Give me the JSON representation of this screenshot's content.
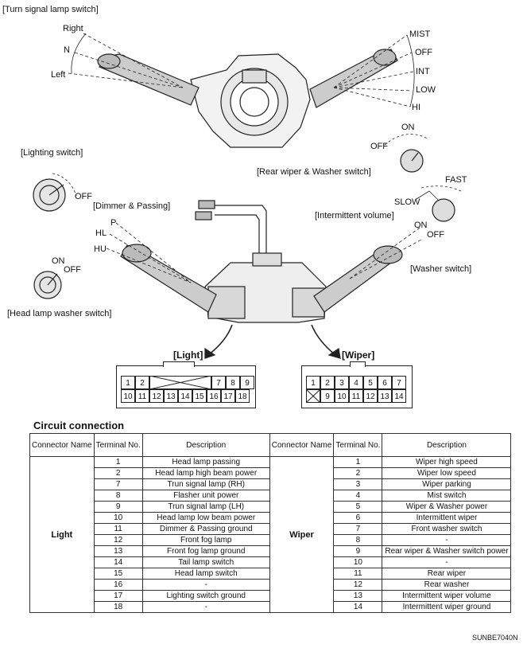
{
  "labels": {
    "turn_signal_lamp_switch": "[Turn signal lamp switch]",
    "right": "Right",
    "n": "N",
    "left": "Left",
    "mist": "MIST",
    "off": "OFF",
    "int": "INT",
    "low": "LOW",
    "hi": "HI",
    "lighting_switch": "[Lighting switch]",
    "rear_wiper_washer_switch": "[Rear wiper & Washer switch]",
    "rear_on": "ON",
    "rear_off": "OFF",
    "fast": "FAST",
    "slow": "SLOW",
    "intermittent_volume": "[Intermittent volume]",
    "dimmer_passing": "[Dimmer & Passing]",
    "p": "P",
    "hl": "HL",
    "hu": "HU",
    "lighting_off": "OFF",
    "hlw_on": "ON",
    "hlw_off": "OFF",
    "head_lamp_washer_switch": "[Head lamp washer switch]",
    "washer_on": "ON",
    "washer_off": "OFF",
    "washer_switch": "[Washer switch]",
    "light_connector": "[Light]",
    "wiper_connector": "[Wiper]",
    "circuit_connection": "Circuit connection",
    "figure_code": "SUNBE7040N"
  },
  "light_connector": {
    "top_row": [
      "1",
      "2",
      "7",
      "8",
      "9"
    ],
    "bottom_row": [
      "10",
      "11",
      "12",
      "13",
      "14",
      "15",
      "16",
      "17",
      "18"
    ]
  },
  "wiper_connector": {
    "top_row": [
      "1",
      "2",
      "3",
      "4",
      "5",
      "6",
      "7"
    ],
    "bottom_row": [
      "9",
      "10",
      "11",
      "12",
      "13",
      "14"
    ]
  },
  "table": {
    "headers": {
      "connector_name": "Connector Name",
      "terminal_no": "Terminal No.",
      "description": "Description"
    },
    "light": {
      "name": "Light",
      "rows": [
        {
          "no": "1",
          "desc": "Head lamp passing"
        },
        {
          "no": "2",
          "desc": "Head lamp high beam power"
        },
        {
          "no": "7",
          "desc": "Trun signal lamp (RH)"
        },
        {
          "no": "8",
          "desc": "Flasher unit power"
        },
        {
          "no": "9",
          "desc": "Trun signal lamp (LH)"
        },
        {
          "no": "10",
          "desc": "Head lamp low beam power"
        },
        {
          "no": "11",
          "desc": "Dimmer & Passing ground"
        },
        {
          "no": "12",
          "desc": "Front fog lamp"
        },
        {
          "no": "13",
          "desc": "Front fog lamp ground"
        },
        {
          "no": "14",
          "desc": "Tail lamp switch"
        },
        {
          "no": "15",
          "desc": "Head lamp switch"
        },
        {
          "no": "16",
          "desc": "-"
        },
        {
          "no": "17",
          "desc": "Lighting switch ground"
        },
        {
          "no": "18",
          "desc": "-"
        }
      ]
    },
    "wiper": {
      "name": "Wiper",
      "rows": [
        {
          "no": "1",
          "desc": "Wiper high speed"
        },
        {
          "no": "2",
          "desc": "Wiper low speed"
        },
        {
          "no": "3",
          "desc": "Wiper parking"
        },
        {
          "no": "4",
          "desc": "Mist switch"
        },
        {
          "no": "5",
          "desc": "Wiper & Washer power"
        },
        {
          "no": "6",
          "desc": "Intermittent wiper"
        },
        {
          "no": "7",
          "desc": "Front washer switch"
        },
        {
          "no": "8",
          "desc": "-"
        },
        {
          "no": "9",
          "desc": "Rear wiper & Washer switch power"
        },
        {
          "no": "10",
          "desc": "-"
        },
        {
          "no": "11",
          "desc": "Rear wiper"
        },
        {
          "no": "12",
          "desc": "Rear washer"
        },
        {
          "no": "13",
          "desc": "Intermittent wiper volume"
        },
        {
          "no": "14",
          "desc": "Intermittent wiper ground"
        }
      ]
    }
  }
}
